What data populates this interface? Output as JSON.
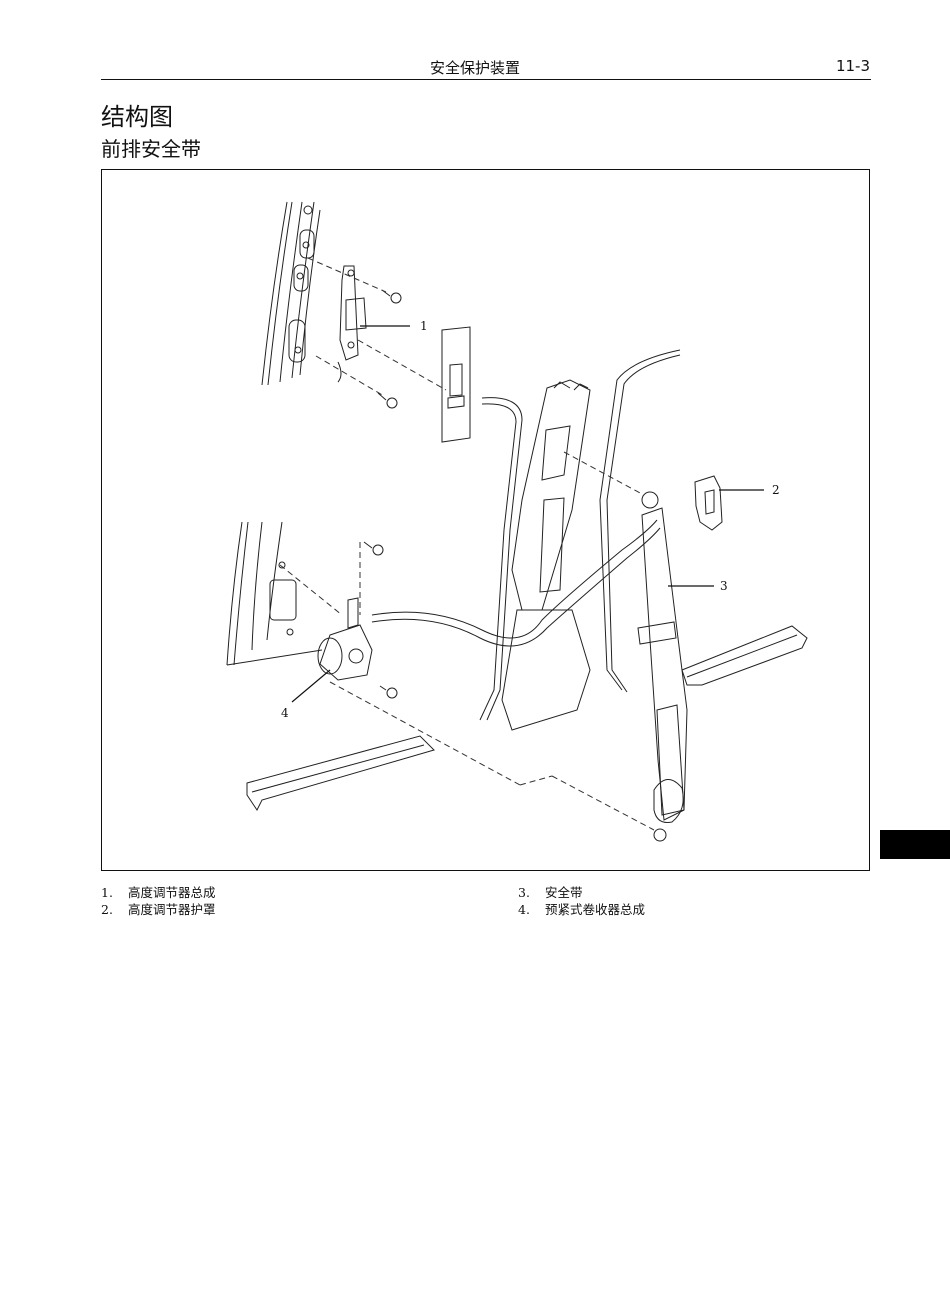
{
  "header": {
    "title": "安全保护装置",
    "page_number": "11-3"
  },
  "section_title": "结构图",
  "subsection_title": "前排安全带",
  "figure": {
    "callouts": [
      "1",
      "2",
      "3",
      "4"
    ]
  },
  "legend": {
    "left": [
      {
        "num": "1.",
        "label": "高度调节器总成"
      },
      {
        "num": "2.",
        "label": "高度调节器护罩"
      }
    ],
    "right": [
      {
        "num": "3.",
        "label": "安全带"
      },
      {
        "num": "4.",
        "label": "预紧式卷收器总成"
      }
    ]
  }
}
